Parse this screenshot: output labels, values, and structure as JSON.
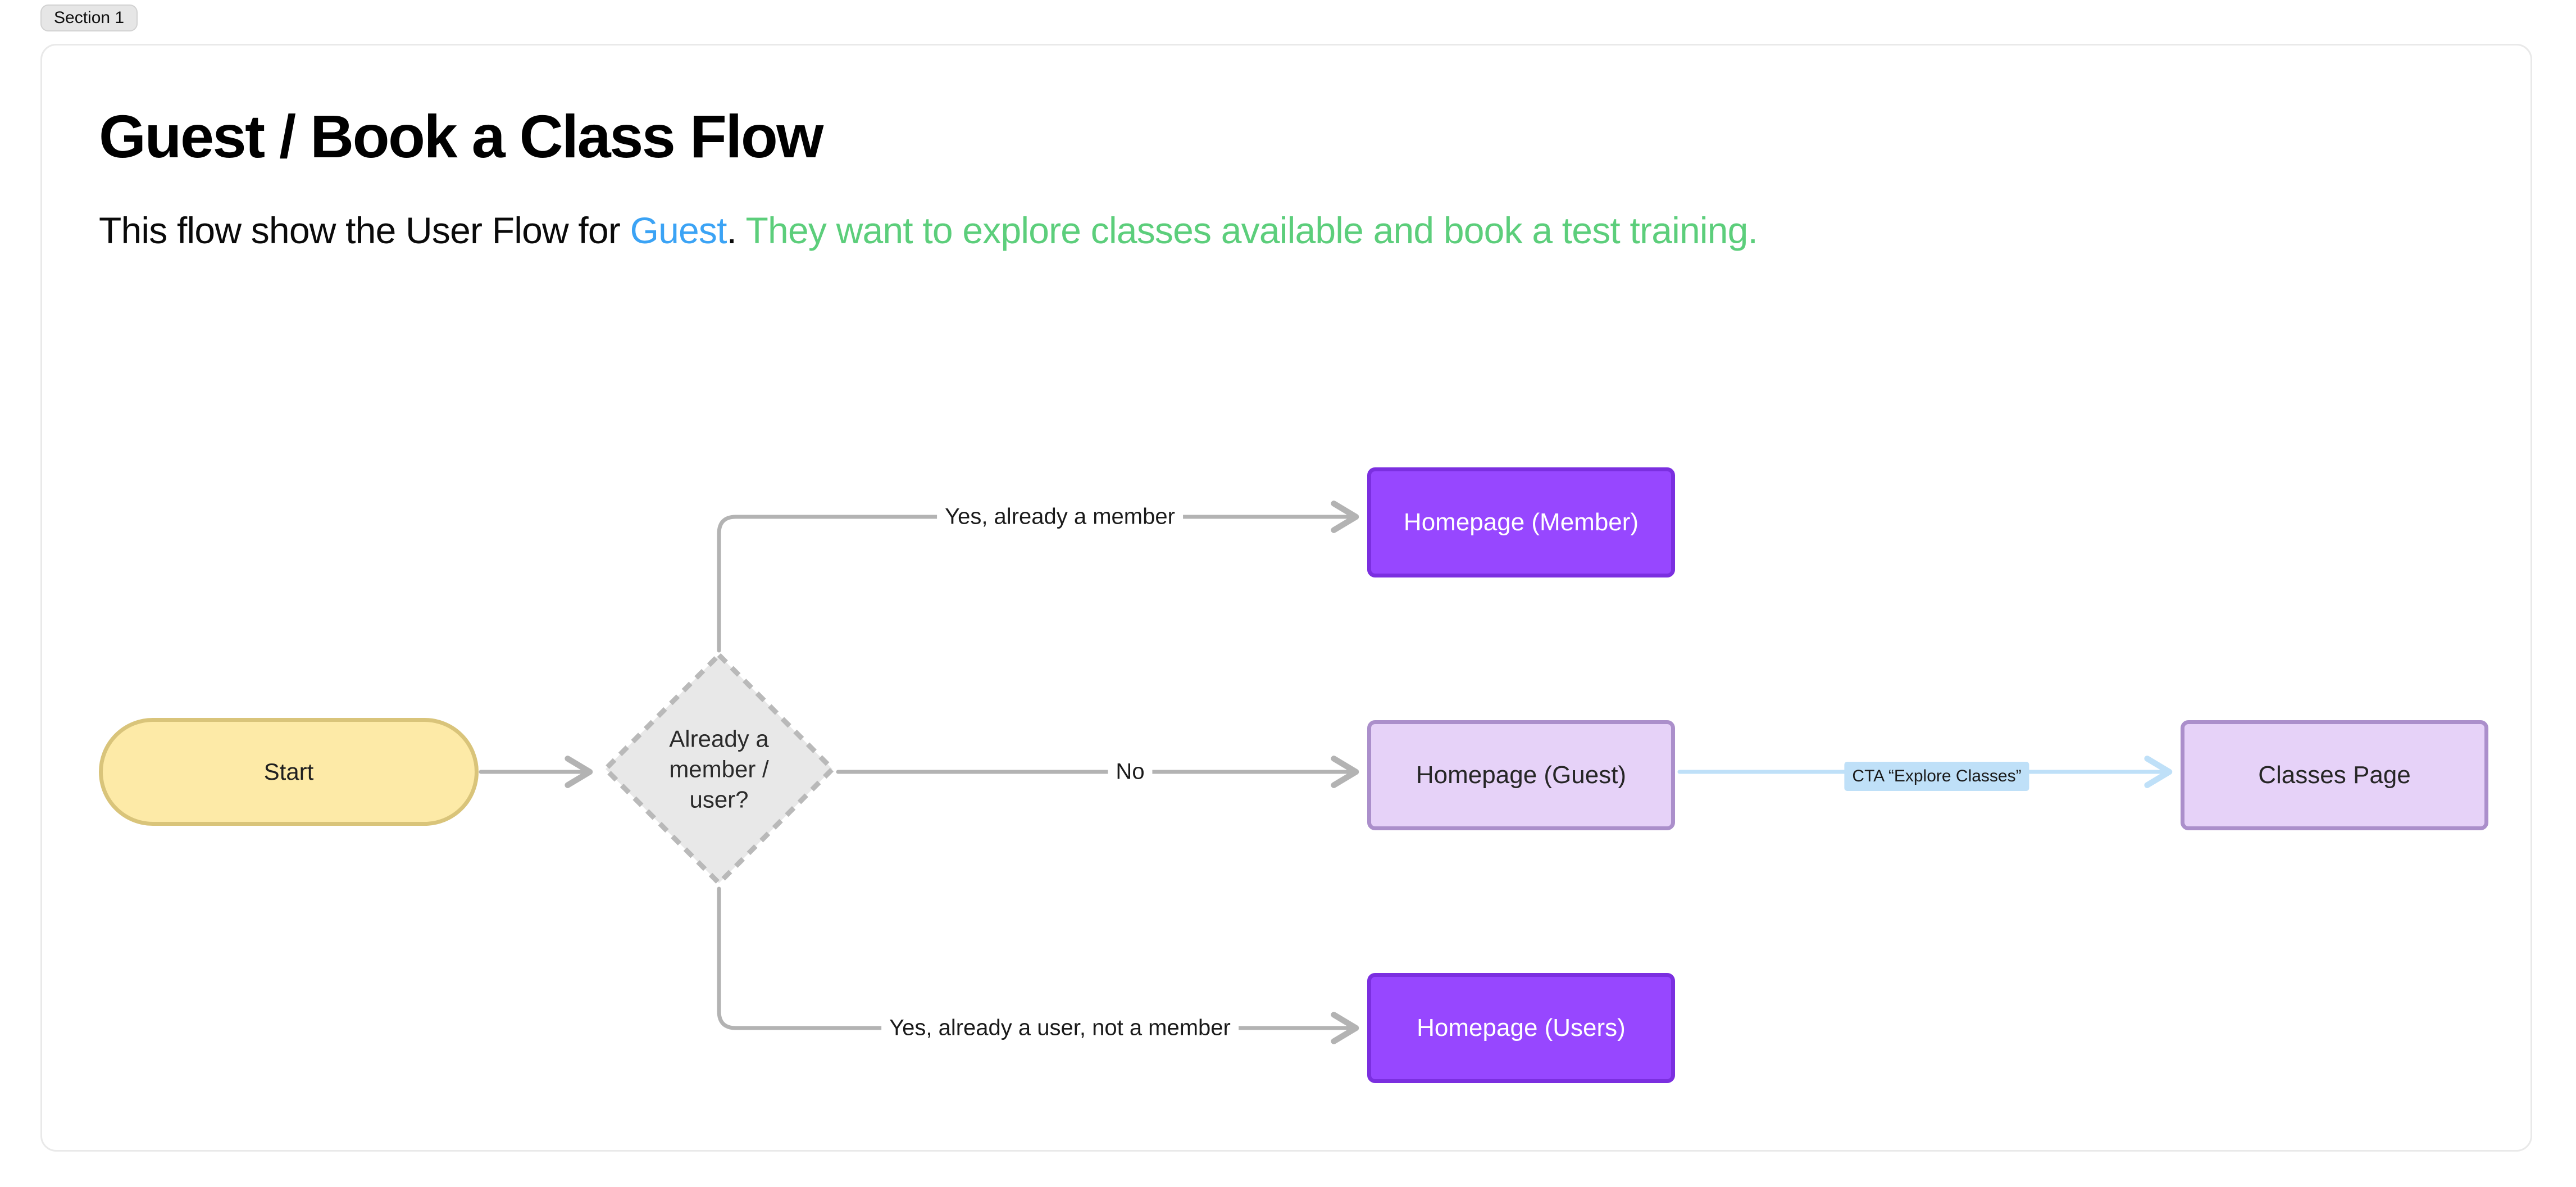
{
  "section": {
    "badge_label": "Section 1"
  },
  "header": {
    "title": "Guest / Book a Class Flow",
    "subtitle_prefix": "This flow show the User Flow for ",
    "subtitle_highlight": "Guest",
    "subtitle_punct": ". ",
    "subtitle_green": "They want to explore classes available and book a test training."
  },
  "colors": {
    "badge_bg": "#e6e6e6",
    "frame_border": "#e9e9e9",
    "start_fill": "#fdeaa7",
    "start_border": "#d9c47a",
    "decision_fill": "#e8e8e8",
    "decision_border": "#b9b9b9",
    "purple_fill": "#9747ff",
    "purple_border": "#7b2fe0",
    "lavender_fill": "#e6d2f8",
    "lavender_border": "#ab8fcb",
    "edge_gray": "#b3b3b3",
    "edge_blue": "#bfe0f8",
    "cta_label_bg": "#bfe0f8",
    "link_blue": "#3ba3f5",
    "accent_green": "#5cce7b"
  },
  "flow": {
    "type": "flowchart",
    "direction": "left-to-right",
    "nodes": [
      {
        "id": "start",
        "label": "Start",
        "shape": "stadium",
        "style": "yellow"
      },
      {
        "id": "decision",
        "label": "Already a member / user?",
        "shape": "diamond",
        "style": "gray-dashed"
      },
      {
        "id": "member",
        "label": "Homepage (Member)",
        "shape": "rect",
        "style": "purple-solid"
      },
      {
        "id": "guest",
        "label": "Homepage (Guest)",
        "shape": "rect",
        "style": "lavender"
      },
      {
        "id": "users",
        "label": "Homepage (Users)",
        "shape": "rect",
        "style": "purple-solid"
      },
      {
        "id": "classes",
        "label": "Classes Page",
        "shape": "rect",
        "style": "lavender"
      }
    ],
    "edges": [
      {
        "from": "start",
        "to": "decision",
        "label": "",
        "style": "gray"
      },
      {
        "from": "decision",
        "to": "member",
        "label": "Yes, already a member",
        "style": "gray"
      },
      {
        "from": "decision",
        "to": "guest",
        "label": "No",
        "style": "gray"
      },
      {
        "from": "decision",
        "to": "users",
        "label": "Yes, already a user, not a member",
        "style": "gray"
      },
      {
        "from": "guest",
        "to": "classes",
        "label": "CTA “Explore Classes”",
        "style": "blue"
      }
    ]
  },
  "node_labels": {
    "start": "Start",
    "decision": "Already a member / user?",
    "member": "Homepage (Member)",
    "guest": "Homepage (Guest)",
    "users": "Homepage (Users)",
    "classes": "Classes Page"
  },
  "edge_labels": {
    "yes_member": "Yes, already a member",
    "no": "No",
    "yes_user": "Yes, already a user, not a member",
    "cta": "CTA “Explore Classes”"
  }
}
